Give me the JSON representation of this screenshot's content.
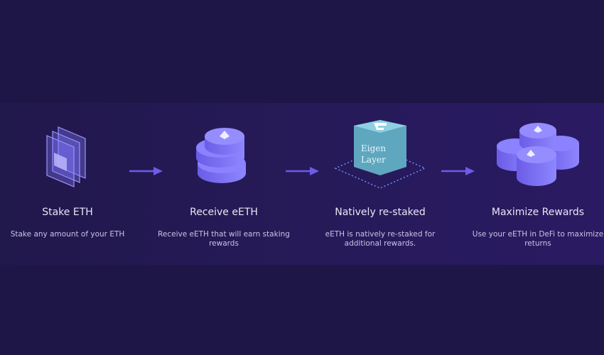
{
  "steps": [
    {
      "title": "Stake ETH",
      "description": "Stake any amount of your ETH",
      "icon": "wallet-windows-icon"
    },
    {
      "title": "Receive eETH",
      "description": "Receive eETH that will earn staking rewards",
      "icon": "eeth-coin-stack-icon"
    },
    {
      "title": "Natively re-staked",
      "description": "eETH is natively re-staked for additional rewards.",
      "icon": "eigenlayer-cube-icon",
      "logo_text": "EigenLayer"
    },
    {
      "title": "Maximize Rewards",
      "description": "Use your eETH in DeFi to maximize returns",
      "icon": "coin-stacks-icon"
    }
  ],
  "colors": {
    "background": "#1e1646",
    "accent": "#6c5ce7",
    "cube": "#5fa7bf"
  }
}
